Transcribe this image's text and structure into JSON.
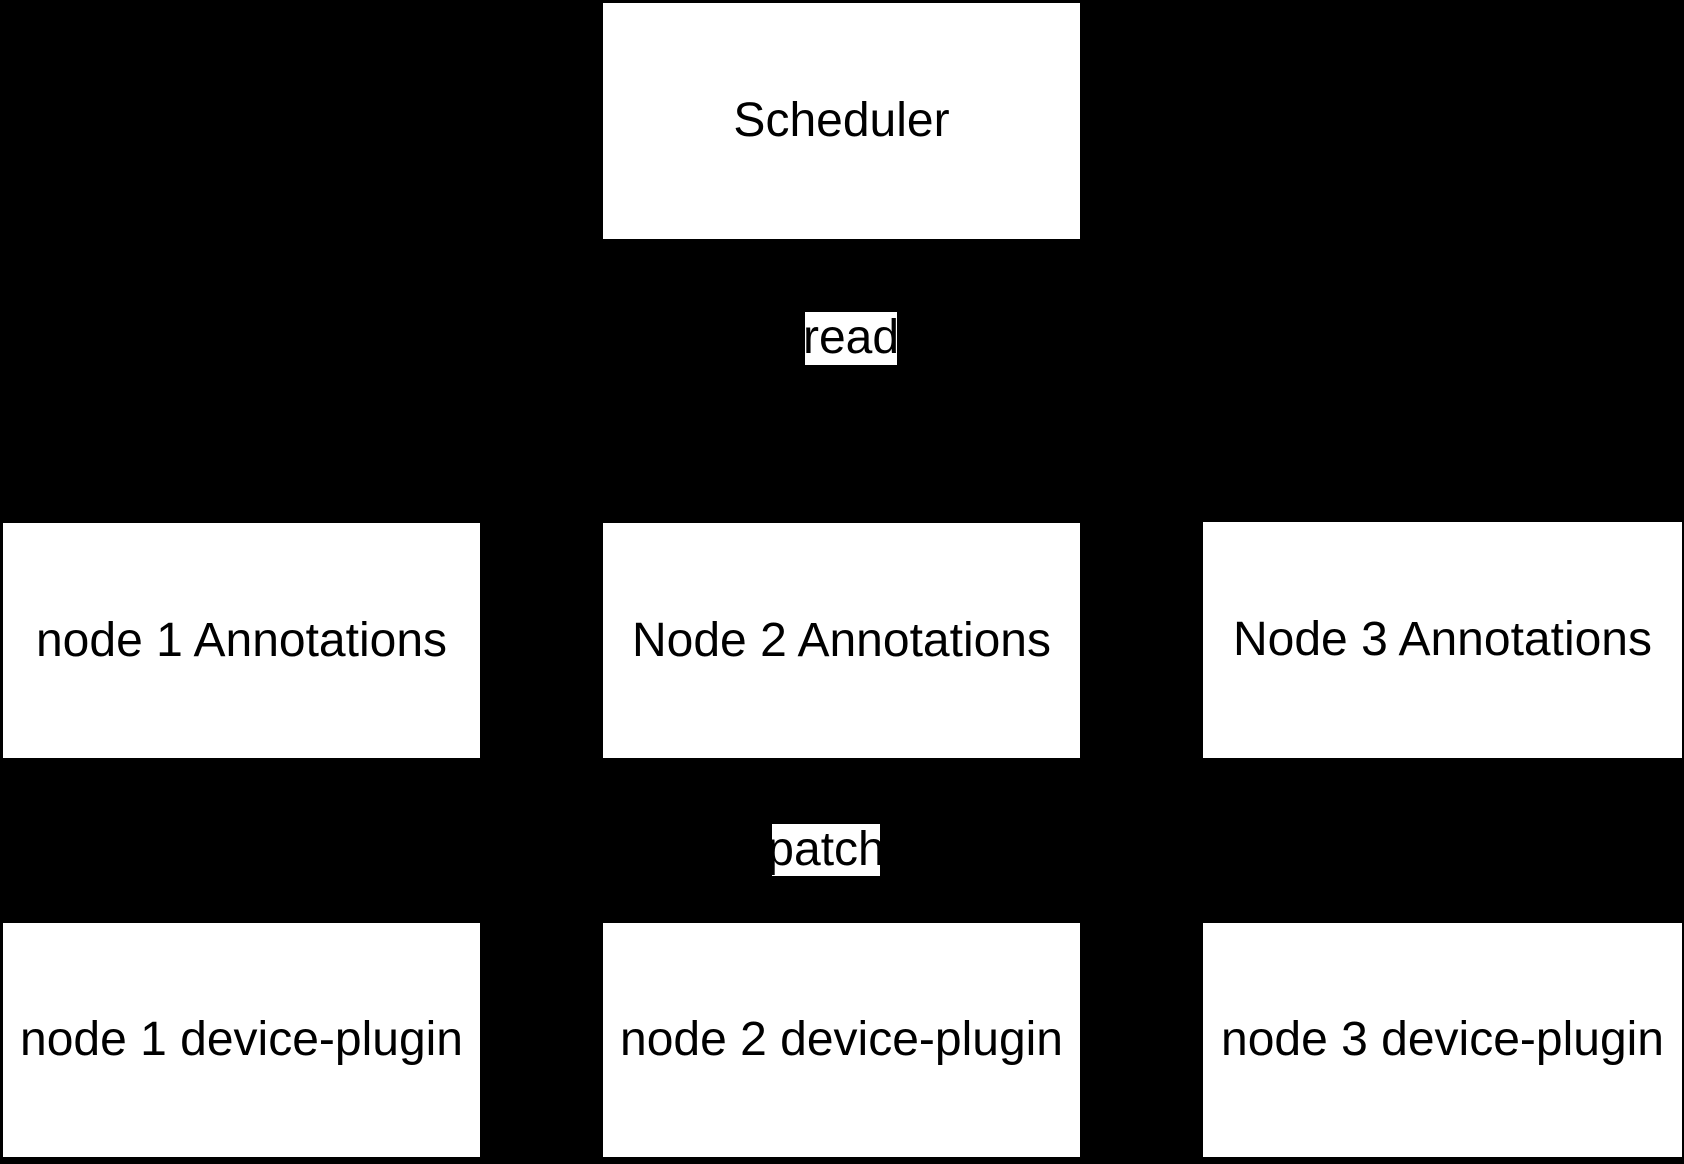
{
  "diagram": {
    "background_color": "#000000",
    "node_fill_color": "#ffffff",
    "node_text_color": "#000000",
    "scheduler_label": "Scheduler",
    "read_label": "read",
    "patch_label": "patch",
    "annotation_nodes": [
      {
        "label": "node 1 Annotations"
      },
      {
        "label": "Node 2 Annotations"
      },
      {
        "label": "Node 3 Annotations"
      }
    ],
    "device_plugin_nodes": [
      {
        "label": "node 1 device-plugin"
      },
      {
        "label": "node 2 device-plugin"
      },
      {
        "label": "node 3 device-plugin"
      }
    ]
  }
}
